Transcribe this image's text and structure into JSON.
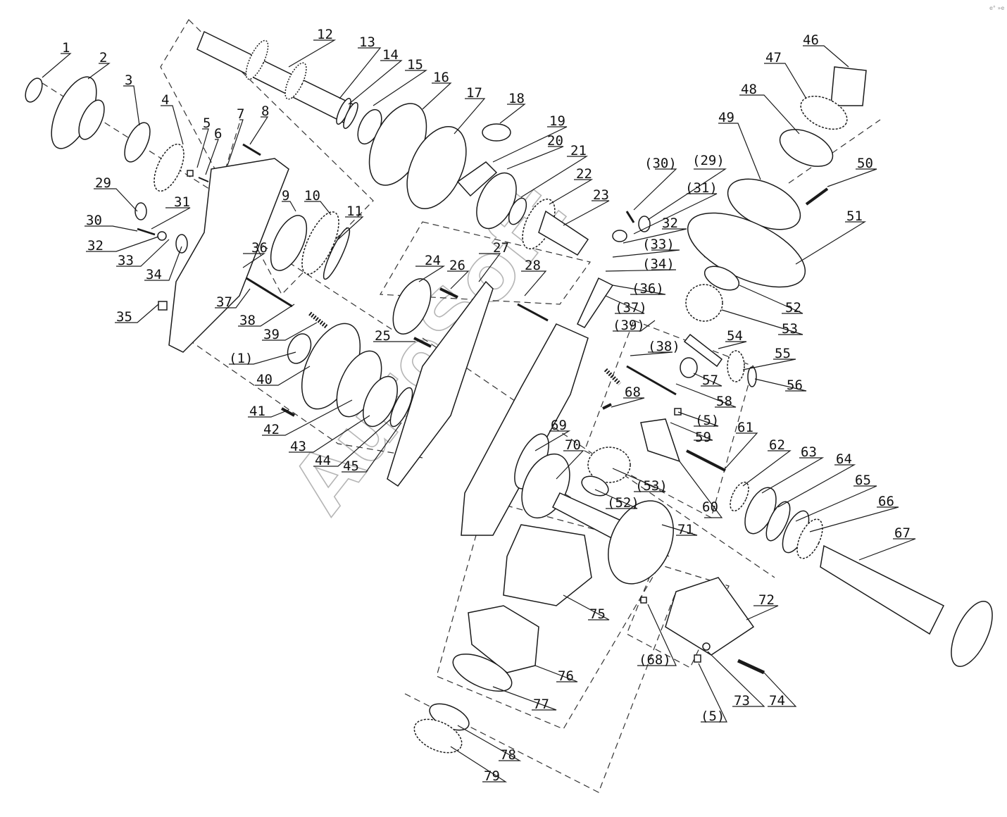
{
  "watermark": "AutoSoft",
  "corner_note": "e° »e",
  "colors": {
    "line": "#1a1a1a",
    "dash": "#333333",
    "fill": "#ffffff",
    "watermark": "#b5b5b5"
  },
  "labels": [
    {
      "t": "1"
    },
    {
      "t": "2"
    },
    {
      "t": "3"
    },
    {
      "t": "4"
    },
    {
      "t": "5"
    },
    {
      "t": "6"
    },
    {
      "t": "7"
    },
    {
      "t": "8"
    },
    {
      "t": "9"
    },
    {
      "t": "10"
    },
    {
      "t": "11"
    },
    {
      "t": "12"
    },
    {
      "t": "13"
    },
    {
      "t": "14"
    },
    {
      "t": "15"
    },
    {
      "t": "16"
    },
    {
      "t": "17"
    },
    {
      "t": "18"
    },
    {
      "t": "19"
    },
    {
      "t": "20"
    },
    {
      "t": "21"
    },
    {
      "t": "22"
    },
    {
      "t": "23"
    },
    {
      "t": "24"
    },
    {
      "t": "25"
    },
    {
      "t": "26"
    },
    {
      "t": "27"
    },
    {
      "t": "28"
    },
    {
      "t": "29"
    },
    {
      "t": "30"
    },
    {
      "t": "31"
    },
    {
      "t": "32"
    },
    {
      "t": "33"
    },
    {
      "t": "34"
    },
    {
      "t": "35"
    },
    {
      "t": "36"
    },
    {
      "t": "37"
    },
    {
      "t": "38"
    },
    {
      "t": "39"
    },
    {
      "t": "(1)"
    },
    {
      "t": "40"
    },
    {
      "t": "41"
    },
    {
      "t": "42"
    },
    {
      "t": "43"
    },
    {
      "t": "44"
    },
    {
      "t": "45"
    },
    {
      "t": "(30)"
    },
    {
      "t": "(29)"
    },
    {
      "t": "(31)"
    },
    {
      "t": "32"
    },
    {
      "t": "(33)"
    },
    {
      "t": "(34)"
    },
    {
      "t": "(36)"
    },
    {
      "t": "(37)"
    },
    {
      "t": "(39)"
    },
    {
      "t": "(38)"
    },
    {
      "t": "46"
    },
    {
      "t": "47"
    },
    {
      "t": "48"
    },
    {
      "t": "49"
    },
    {
      "t": "50"
    },
    {
      "t": "51"
    },
    {
      "t": "52"
    },
    {
      "t": "53"
    },
    {
      "t": "54"
    },
    {
      "t": "55"
    },
    {
      "t": "56"
    },
    {
      "t": "57"
    },
    {
      "t": "58"
    },
    {
      "t": "68"
    },
    {
      "t": "(5)"
    },
    {
      "t": "59"
    },
    {
      "t": "61"
    },
    {
      "t": "60"
    },
    {
      "t": "69"
    },
    {
      "t": "70"
    },
    {
      "t": "(53)"
    },
    {
      "t": "(52)"
    },
    {
      "t": "71"
    },
    {
      "t": "62"
    },
    {
      "t": "63"
    },
    {
      "t": "64"
    },
    {
      "t": "65"
    },
    {
      "t": "66"
    },
    {
      "t": "67"
    },
    {
      "t": "75"
    },
    {
      "t": "72"
    },
    {
      "t": "(68)"
    },
    {
      "t": "76"
    },
    {
      "t": "77"
    },
    {
      "t": "73"
    },
    {
      "t": "74"
    },
    {
      "t": "(5)"
    },
    {
      "t": "78"
    },
    {
      "t": "79"
    }
  ]
}
